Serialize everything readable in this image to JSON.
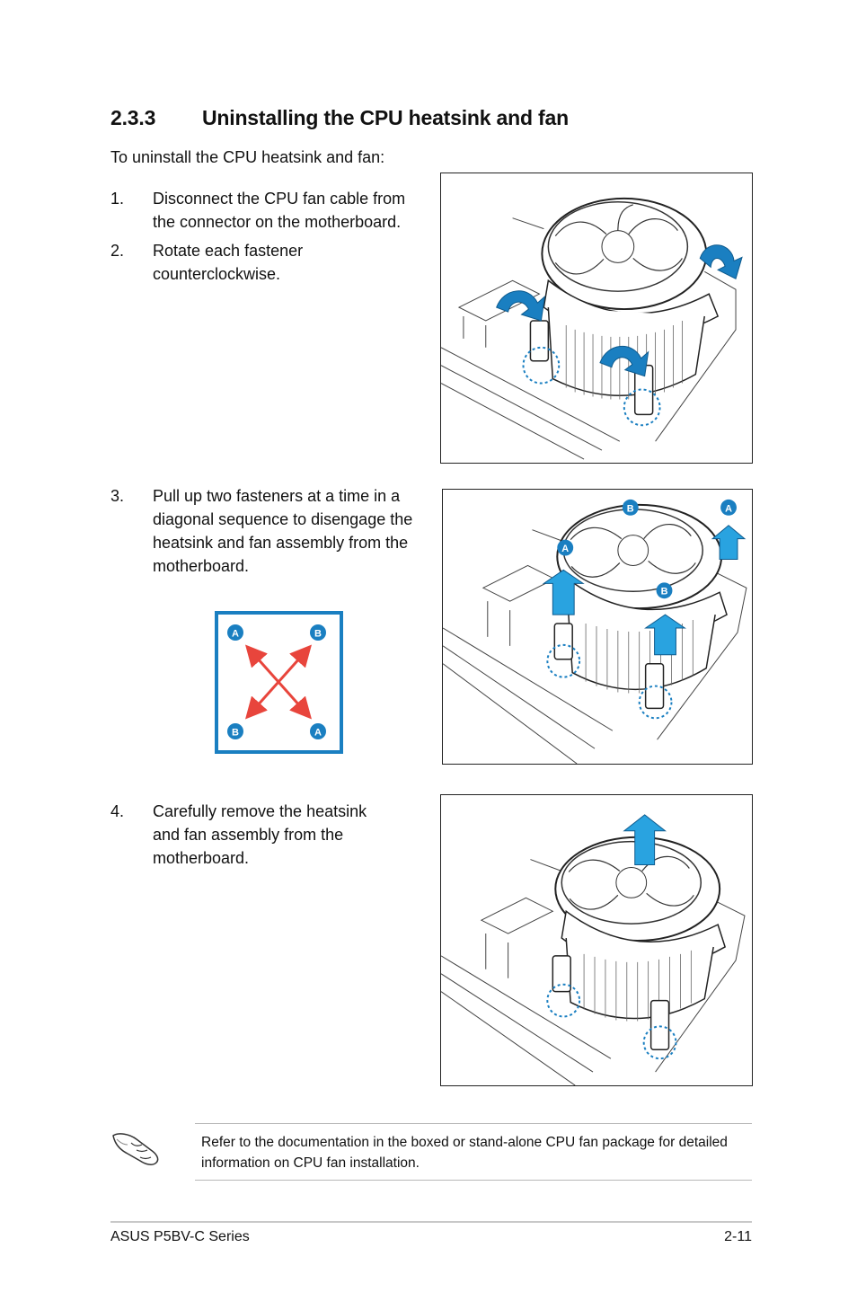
{
  "section": {
    "number": "2.3.3",
    "title": "Uninstalling the CPU heatsink and fan"
  },
  "intro": "To uninstall the CPU heatsink and fan:",
  "steps": [
    {
      "num": "1.",
      "text": "Disconnect the CPU fan cable from the connector on the motherboard."
    },
    {
      "num": "2.",
      "text": "Rotate each fastener counterclockwise."
    },
    {
      "num": "3.",
      "text": "Pull up two fasteners at a time in a diagonal sequence to disengage the heatsink and fan assembly from the motherboard."
    },
    {
      "num": "4.",
      "text": "Carefully remove the heatsink and fan assembly from the motherboard."
    }
  ],
  "figure2_labels": {
    "top_left": "B",
    "top_right": "A",
    "mid_left": "A",
    "mid_right": "B"
  },
  "diagonal_labels": {
    "top_left": "A",
    "top_right": "B",
    "bottom_left": "B",
    "bottom_right": "A"
  },
  "note": "Refer to the documentation in the boxed or stand-alone CPU fan package for detailed information on CPU fan installation.",
  "footer": {
    "left": "ASUS P5BV-C Series",
    "right": "2-11"
  },
  "colors": {
    "accent_blue": "#1a7fc1",
    "arrow_red": "#e8453c"
  }
}
